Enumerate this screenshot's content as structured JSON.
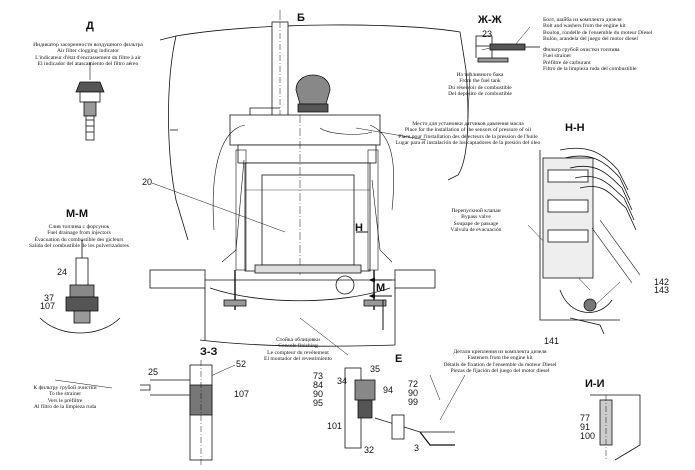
{
  "sections": {
    "d": "Д",
    "b": "Б",
    "zh": "Ж-Ж",
    "n_n": "Н-Н",
    "m_m": "М-М",
    "z_z": "З-З",
    "e": "Е",
    "i_i": "И-И",
    "n_mark": "Н",
    "m_mark": "М"
  },
  "notes": {
    "air_filter": [
      "Индикатор засоренности воздушного фильтра",
      "Air filter clogging indicator",
      "L'indicateur d'état d'encrassement du filtre à air",
      "El indicador del atascamiento del filtro aéreo"
    ],
    "bolt_washer": [
      "Болт, шайба из комплекта дизеля",
      "Bolt and washers from the engine kit",
      "Boulon, rondelle de l'ensemble du moteur Diesel",
      "Bulón, arandela del juego del motor diesel"
    ],
    "fuel_strainer": [
      "Фильтр грубой очистки топлива",
      "Fuel strainer",
      "Préfiltre de carburant",
      "Filtro de la limpieza ruda del combustible"
    ],
    "fuel_tank": [
      "Из топливного бака",
      "From the fuel tank",
      "Du réservoir de combustible",
      "Del depósito de combustible"
    ],
    "oil_sensor": [
      "Место для установки датчиков давления масла",
      "Place for the installation of the sensors of pressure of oil",
      "Place pour l'installation des détecteurs de la pression de l'huile",
      "Lugar para el instalación de los captadores de la presión del óleo"
    ],
    "bypass": [
      "Перепускной клапан",
      "Bypass valve",
      "Soupape de passage",
      "Válvula de evacuación"
    ],
    "injectors": [
      "Слив топлива с форсунок",
      "Fuel drainage from injectors",
      "Évacuation du combustible des gicleurs",
      "Salida del combustible de los pulverizadores"
    ],
    "console": [
      "Стойка облицовки",
      "Console finishing",
      "Le compteur du revêtement",
      "El montador del revestimiento"
    ],
    "fasteners": [
      "Детали крепления из комплекта дизеля",
      "Fasteners from the engine kit",
      "Détails de fixation de l'ensemble du moteur Diesel",
      "Piezas de fijación del juego del motor diesel"
    ],
    "to_strainer": [
      "К фильтру грубой очистки",
      "To the strainer",
      "Vers le préfiltre",
      "Al filtro de la limpieza ruda"
    ]
  },
  "numbers": {
    "n23": "23",
    "n20": "20",
    "n24": "24",
    "n37": "37",
    "n107a": "107",
    "n52": "52",
    "n25": "25",
    "n107b": "107",
    "n142": "142",
    "n143": "143",
    "n141": "141",
    "n73": "73",
    "n84": "84",
    "n90a": "90",
    "n95": "95",
    "n34": "34",
    "n35": "35",
    "n94": "94",
    "n72": "72",
    "n90b": "90",
    "n99": "99",
    "n101": "101",
    "n32": "32",
    "n3": "3",
    "n77": "77",
    "n91": "91",
    "n100": "100"
  }
}
